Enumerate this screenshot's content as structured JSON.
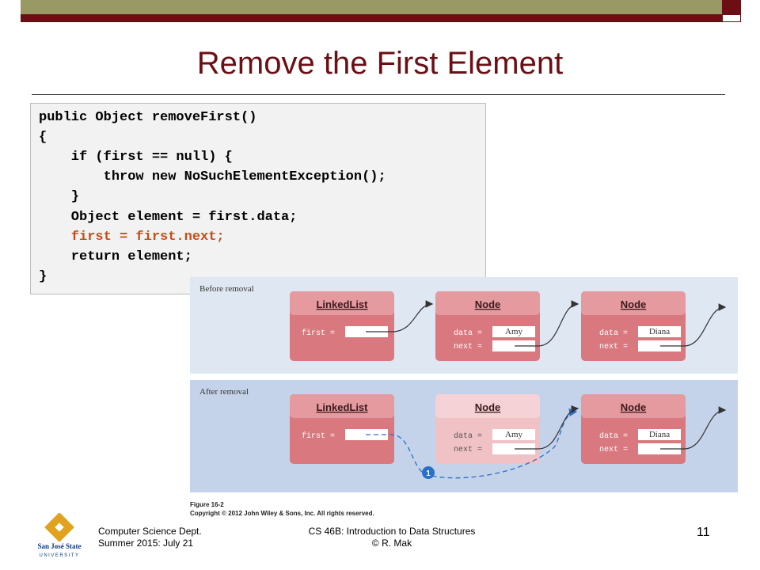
{
  "slide": {
    "title": "Remove the First Element",
    "page_number": "11"
  },
  "code": {
    "lines": [
      "public Object removeFirst()",
      "{",
      "    if (first == null) {",
      "        throw new NoSuchElementException();",
      "    }",
      "    Object element = first.data;",
      "    first = first.next;",
      "    return element;",
      "}"
    ],
    "highlight_color": "#c0501a"
  },
  "figure": {
    "before_label": "Before removal",
    "after_label": "After removal",
    "linkedlist_title": "LinkedList",
    "node_title": "Node",
    "first_label": "first =",
    "data_label": "data =",
    "next_label": "next =",
    "node1_value": "Amy",
    "node2_value": "Diana",
    "step_marker": "1",
    "caption_line1": "Figure 16-2",
    "caption_line2": "Copyright © 2012 John Wiley & Sons, Inc. All rights reserved."
  },
  "footer": {
    "dept_line1": "Computer Science Dept.",
    "dept_line2": "Summer 2015: July 21",
    "course_line1": "CS 46B: Introduction to Data Structures",
    "course_line2": "© R. Mak",
    "logo_text_line1": "San José State",
    "logo_text_line2": "UNIVERSITY"
  },
  "colors": {
    "maroon": "#6b0f15",
    "olive": "#999966",
    "box_red": "#d9797f",
    "box_header": "#e59aa0",
    "before_bg": "#dfe7f2",
    "after_bg": "#c5d3ea",
    "faded_box": "#f0c2c6",
    "arrow_blue": "#2a6fc9"
  }
}
